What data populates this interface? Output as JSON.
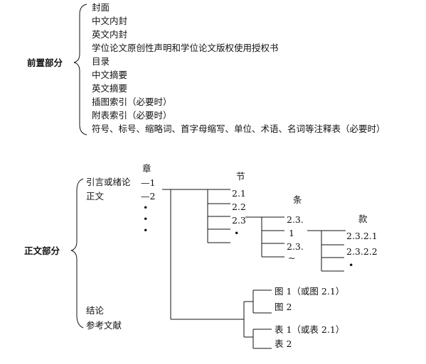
{
  "front": {
    "label": "前置部分",
    "items": [
      "封面",
      "中文内封",
      "英文内封",
      "学位论文原创性声明和学位论文版权使用授权书",
      "目录",
      "中文摘要",
      "英文摘要",
      "插图索引（必要时）",
      "附表索引（必要时）",
      "符号、标号、缩略词、首字母缩写、单位、术语、名词等注释表（必要时）"
    ]
  },
  "body": {
    "label": "正文部分",
    "intro": "引言或绪论",
    "main_text": "正文",
    "conclusion": "结论",
    "references": "参考文献",
    "chapter_header": "章",
    "chapter_items": [
      "—1",
      "—2",
      "•",
      "•",
      "•"
    ],
    "section_header": "节",
    "section_items": [
      "2.1",
      "2.2",
      "2.3",
      "•"
    ],
    "clause_header": "条",
    "clause_items": [
      "2.3.",
      "1",
      "2.3.",
      "~"
    ],
    "subclause_header": "款",
    "subclause_items": [
      "2.3.2.1",
      "2.3.2.2",
      "•"
    ],
    "figures": [
      "图 1（或图 2.1）",
      "图 2"
    ],
    "tables": [
      "表 1（或表 2.1）",
      "表 2"
    ]
  }
}
